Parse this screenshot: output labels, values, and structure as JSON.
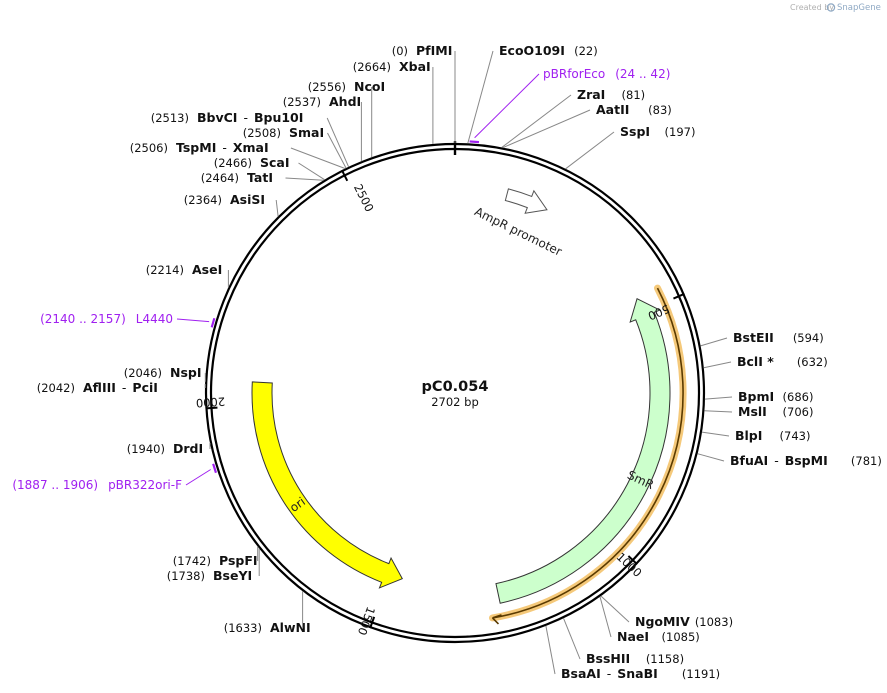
{
  "credit": {
    "created_by": "Created by",
    "brand": "SnapGene"
  },
  "plasmid": {
    "name": "pC0.054",
    "length_label": "2702 bp",
    "length_bp": 2702
  },
  "colors": {
    "smr": "#ccffcc",
    "ori": "#ffff00",
    "selection": "#f5c97a",
    "primer": "#a020f0",
    "backbone": "#000000"
  },
  "ticks": [
    {
      "bp": 500,
      "label": "500"
    },
    {
      "bp": 1000,
      "label": "1000"
    },
    {
      "bp": 1500,
      "label": "1500"
    },
    {
      "bp": 2000,
      "label": "2000"
    },
    {
      "bp": 2500,
      "label": "2500"
    }
  ],
  "features": [
    {
      "name": "AmpR promoter",
      "start": 110,
      "end": 200,
      "color": "#ffffff",
      "strand": 1
    },
    {
      "name": "SmR",
      "start": 470,
      "end": 1260,
      "color": "#ccffcc",
      "strand": -1
    },
    {
      "name": "ori",
      "start": 1470,
      "end": 2050,
      "color": "#ffff00",
      "strand": -1
    }
  ],
  "primers": [
    {
      "label": "pBRforEco",
      "range": "(24 .. 42)",
      "bp": 33
    },
    {
      "label": "L4440",
      "range": "(2140 .. 2157)",
      "bp": 2148
    },
    {
      "label": "pBR322ori-F",
      "range": "(1887 .. 1906)",
      "bp": 1896
    }
  ],
  "sites": [
    {
      "name": "PfIMI",
      "pos": "(0)",
      "bp": 0,
      "side": "left"
    },
    {
      "name": "XbaI",
      "pos": "(2664)",
      "bp": 2664,
      "side": "left"
    },
    {
      "name": "EcoO109I",
      "pos": "(22)",
      "bp": 22,
      "side": "right"
    },
    {
      "name": "ZraI",
      "pos": "(81)",
      "bp": 81,
      "side": "right"
    },
    {
      "name": "AatII",
      "pos": "(83)",
      "bp": 83,
      "side": "right"
    },
    {
      "name": "SspI",
      "pos": "(197)",
      "bp": 197,
      "side": "right"
    },
    {
      "name": "NcoI",
      "pos": "(2556)",
      "bp": 2556,
      "side": "left"
    },
    {
      "name": "AhdI",
      "pos": "(2537)",
      "bp": 2537,
      "side": "left"
    },
    {
      "name": "BbvCI",
      "name2": "Bpu10I",
      "pos": "(2513)",
      "bp": 2513,
      "side": "left"
    },
    {
      "name": "SmaI",
      "pos": "(2508)",
      "bp": 2508,
      "side": "left"
    },
    {
      "name": "TspMI",
      "name2": "XmaI",
      "pos": "(2506)",
      "bp": 2506,
      "side": "left"
    },
    {
      "name": "ScaI",
      "pos": "(2466)",
      "bp": 2466,
      "side": "left"
    },
    {
      "name": "TatI",
      "pos": "(2464)",
      "bp": 2464,
      "side": "left"
    },
    {
      "name": "AsiSI",
      "pos": "(2364)",
      "bp": 2364,
      "side": "left"
    },
    {
      "name": "AseI",
      "pos": "(2214)",
      "bp": 2214,
      "side": "left"
    },
    {
      "name": "NspI",
      "pos": "(2046)",
      "bp": 2046,
      "side": "left"
    },
    {
      "name": "AflIII",
      "name2": "PciI",
      "pos": "(2042)",
      "bp": 2042,
      "side": "left"
    },
    {
      "name": "DrdI",
      "pos": "(1940)",
      "bp": 1940,
      "side": "left"
    },
    {
      "name": "PspFI",
      "pos": "(1742)",
      "bp": 1742,
      "side": "left"
    },
    {
      "name": "BseYI",
      "pos": "(1738)",
      "bp": 1738,
      "side": "left"
    },
    {
      "name": "AlwNI",
      "pos": "(1633)",
      "bp": 1633,
      "side": "left"
    },
    {
      "name": "BstEII",
      "pos": "(594)",
      "bp": 594,
      "side": "right"
    },
    {
      "name": "BclI *",
      "pos": "(632)",
      "bp": 632,
      "side": "right"
    },
    {
      "name": "BpmI",
      "pos": "(686)",
      "bp": 686,
      "side": "right"
    },
    {
      "name": "MslI",
      "pos": "(706)",
      "bp": 706,
      "side": "right"
    },
    {
      "name": "BlpI",
      "pos": "(743)",
      "bp": 743,
      "side": "right"
    },
    {
      "name": "BfuAI",
      "name2": "BspMI",
      "pos": "(781)",
      "bp": 781,
      "side": "right"
    },
    {
      "name": "NgoMIV",
      "pos": "(1083)",
      "bp": 1083,
      "side": "right"
    },
    {
      "name": "NaeI",
      "pos": "(1085)",
      "bp": 1085,
      "side": "right"
    },
    {
      "name": "BssHII",
      "pos": "(1158)",
      "bp": 1158,
      "side": "right"
    },
    {
      "name": "BsaAI",
      "name2": "SnaBI",
      "pos": "(1191)",
      "bp": 1191,
      "side": "right"
    }
  ]
}
